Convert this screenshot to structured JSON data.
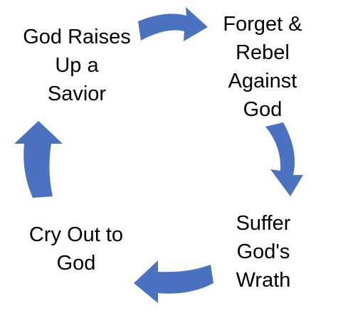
{
  "diagram": {
    "arrow_color": "#4a72c0",
    "text_color": "#000000",
    "stages": [
      {
        "id": "savior",
        "label": "God Raises\nUp a\nSavior"
      },
      {
        "id": "forget",
        "label": "Forget &\nRebel\nAgainst\nGod"
      },
      {
        "id": "wrath",
        "label": "Suffer\nGod's\nWrath"
      },
      {
        "id": "cry",
        "label": "Cry Out to\nGod"
      }
    ]
  }
}
